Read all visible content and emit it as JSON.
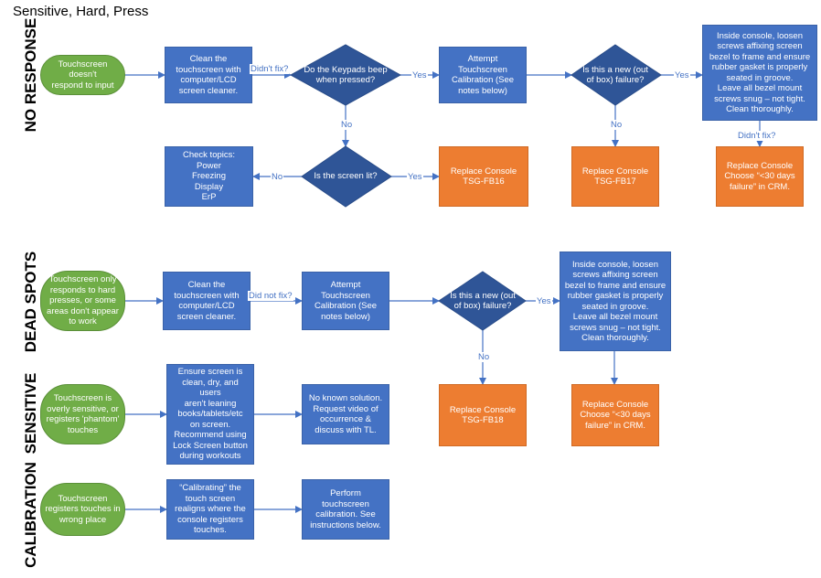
{
  "title": "Sensitive, Hard, Press",
  "sections": {
    "no_response": "NO RESPONSE",
    "dead_spots": "DEAD SPOTS",
    "sensitive": "SENSITIVE",
    "calibration": "CALIBRATION"
  },
  "nodes": {
    "nr_start": "Touchscreen doesn't\nrespond to input",
    "nr_clean": "Clean the\ntouchscreen with\ncomputer/LCD\nscreen cleaner.",
    "nr_beep": "Do the Keypads beep\nwhen pressed?",
    "nr_calib": "Attempt\nTouchscreen\nCalibration (See\nnotes below)",
    "nr_new": "Is this a new (out\nof box) failure?",
    "nr_loosen": "Inside console, loosen\nscrews affixing screen\nbezel to frame and ensure\nrubber gasket is properly\nseated in groove.\nLeave all bezel mount\nscrews snug – not tight.\nClean thoroughly.",
    "nr_topics": "Check topics:\nPower\nFreezing\nDisplay\nErP",
    "nr_lit": "Is the screen lit?",
    "nr_fb16": "Replace Console\nTSG-FB16",
    "nr_fb17": "Replace Console\nTSG-FB17",
    "nr_30": "Replace Console\nChoose “<30 days\nfailure” in CRM.",
    "ds_start": "Touchscreen only\nresponds to hard\npresses, or some\nareas don't appear\nto work",
    "ds_clean": "Clean the\ntouchscreen with\ncomputer/LCD\nscreen cleaner.",
    "ds_calib": "Attempt\nTouchscreen\nCalibration (See\nnotes below)",
    "ds_new": "Is this a new (out\nof box) failure?",
    "ds_loosen": "Inside console, loosen\nscrews affixing screen\nbezel to frame and ensure\nrubber gasket is properly\nseated in groove.\nLeave all bezel mount\nscrews snug – not tight.\nClean thoroughly.",
    "ds_fb18": "Replace Console\nTSG-FB18",
    "ds_30": "Replace Console\nChoose “<30 days\nfailure” in CRM.",
    "se_start": "Touchscreen is\noverly sensitive, or\nregisters 'phantom'\ntouches",
    "se_ensure": "Ensure screen is\nclean, dry, and users\naren't leaning\nbooks/tablets/etc\non screen.\nRecommend using\nLock Screen button\nduring workouts",
    "se_noknown": "No known solution.\nRequest video of\noccurrence &\ndiscuss with TL.",
    "ca_start": "Touchscreen\nregisters touches in\nwrong place",
    "ca_calibrating": "“Calibrating” the\ntouch screen\nrealigns where the\nconsole registers\ntouches.",
    "ca_perform": "Perform\ntouchscreen\ncalibration.  See\ninstructions below."
  },
  "edge_labels": {
    "nr_didnt_fix": "Didn't fix?",
    "nr_yes_1": "Yes",
    "nr_yes_2": "Yes",
    "nr_no_1": "No",
    "nr_no_2": "No",
    "nr_no_3": "No",
    "nr_yes_3": "Yes",
    "nr_didnt_fix_2": "Didn't fix?",
    "ds_did_not_fix": "Did not fix?",
    "ds_yes": "Yes",
    "ds_no": "No"
  },
  "colors": {
    "process": "#4472c4",
    "terminal": "#70ad47",
    "replace": "#ed7d31",
    "line": "#4472c4"
  }
}
